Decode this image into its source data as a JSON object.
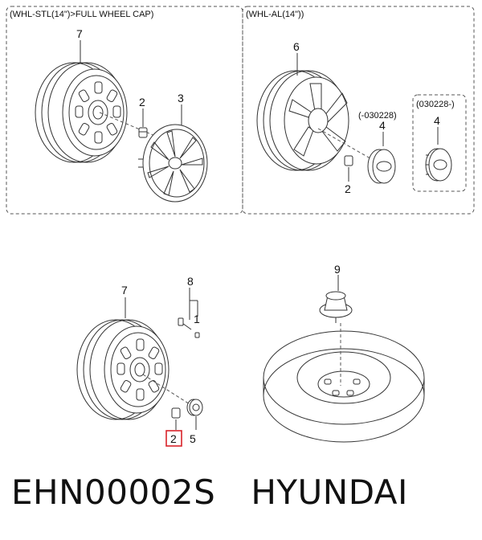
{
  "panels": {
    "steel": {
      "title": "(WHL-STL(14\")>FULL WHEEL CAP)"
    },
    "alloy": {
      "title": "(WHL-AL(14\"))"
    }
  },
  "callouts": {
    "steel_wheel": "7",
    "steel_nut": "2",
    "wheel_cap": "3",
    "alloy_wheel": "6",
    "alloy_nut": "2",
    "hub_cap_old_label": "(-030228)",
    "hub_cap_old": "4",
    "hub_cap_new_label": "(030228-)",
    "hub_cap_new": "4",
    "lower_wheel": "7",
    "valve_group": "8",
    "valve": "1",
    "lower_nut": "2",
    "lower_cap": "5",
    "spare_carrier": "9"
  },
  "footer": {
    "part_number": "EHN00002S",
    "brand": "HYUNDAI"
  },
  "colors": {
    "line": "#333333",
    "highlight": "#d9232a",
    "dash": "#555555"
  }
}
